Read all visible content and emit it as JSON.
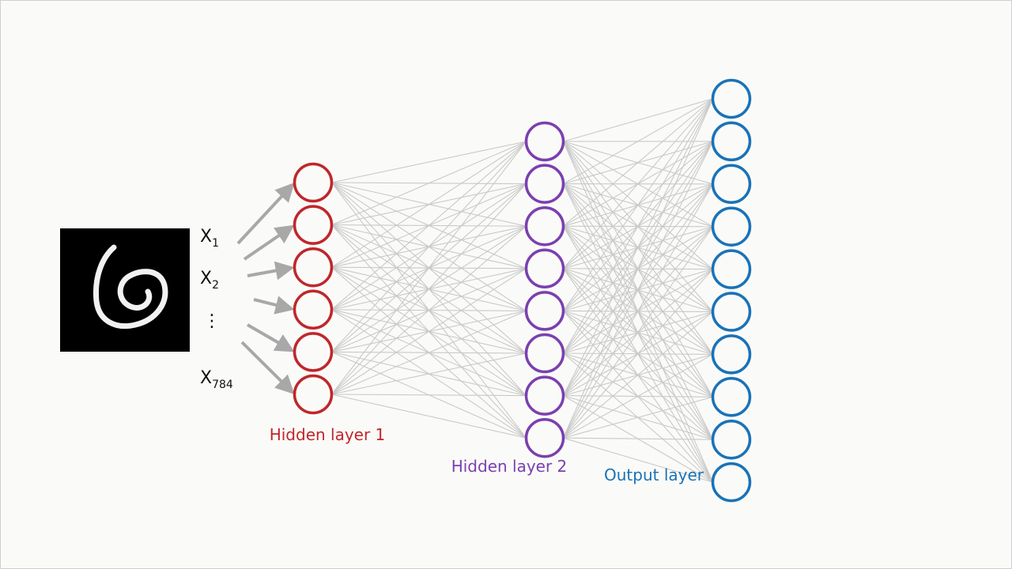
{
  "diagram": {
    "colors": {
      "background": "#fafbf8",
      "hidden_layer_1": "#c0262b",
      "hidden_layer_2": "#7b3fb0",
      "output_layer": "#1a72b8",
      "connections": "#c9c9c9",
      "input_arrows": "#a8a8a8"
    },
    "input_image": {
      "icon": "handwritten-digit-6-image"
    },
    "inputs": [
      {
        "base": "X",
        "sub": "1"
      },
      {
        "base": "X",
        "sub": "2"
      },
      {
        "base": "⋮",
        "sub": ""
      },
      {
        "base": "X",
        "sub": "784"
      }
    ],
    "layers": [
      {
        "name": "Hidden layer 1",
        "nodes": 6
      },
      {
        "name": "Hidden layer 2",
        "nodes": 8
      },
      {
        "name": "Output layer",
        "nodes": 10
      }
    ]
  }
}
